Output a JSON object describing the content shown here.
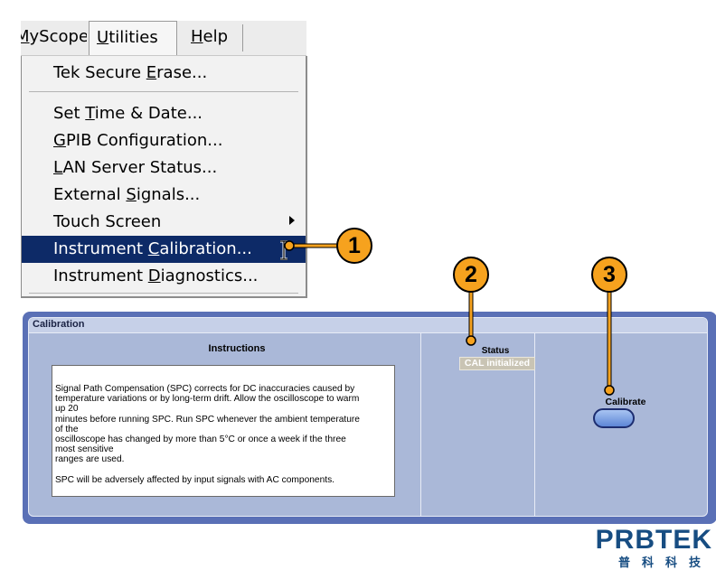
{
  "menubar": {
    "tabs": [
      {
        "pre": "",
        "ul": "M",
        "post": "yScope"
      },
      {
        "pre": "",
        "ul": "U",
        "post": "tilities"
      },
      {
        "pre": "",
        "ul": "H",
        "post": "elp"
      }
    ]
  },
  "menu": {
    "items": [
      {
        "pre": "Tek Secure ",
        "ul": "E",
        "post": "rase..."
      },
      {
        "pre": "Set ",
        "ul": "T",
        "post": "ime & Date..."
      },
      {
        "pre": "",
        "ul": "G",
        "post": "PIB Configuration..."
      },
      {
        "pre": "",
        "ul": "L",
        "post": "AN Server Status..."
      },
      {
        "pre": "External ",
        "ul": "S",
        "post": "ignals..."
      },
      {
        "pre": "Touch Screen",
        "ul": "",
        "post": ""
      },
      {
        "pre": "Instrument ",
        "ul": "C",
        "post": "alibration..."
      },
      {
        "pre": "Instrument ",
        "ul": "D",
        "post": "iagnostics..."
      }
    ]
  },
  "callouts": [
    "1",
    "2",
    "3"
  ],
  "calibration": {
    "title": "Calibration",
    "instructions_heading": "Instructions",
    "instructions_p1": "Signal Path Compensation (SPC) corrects for DC inaccuracies caused by\ntemperature variations or by long-term drift. Allow the oscilloscope to warm\nup 20\n minutes before running SPC. Run SPC whenever the ambient temperature\nof the\n oscilloscope has changed by more than 5°C or once a week if the three\nmost sensitive\n ranges are used.",
    "instructions_p2": "SPC will be adversely affected by input signals with AC components.",
    "status_label": "Status",
    "status_value": "CAL initialized",
    "calibrate_label": "Calibrate"
  },
  "logo": {
    "text": "PRBTEK",
    "subtext": "普科科技"
  },
  "colors": {
    "highlight": "#0d2a67",
    "callout_fill": "#f6a21e",
    "panel_border": "#5a70b6",
    "panel_fill": "#aab8d8",
    "logo": "#174d82"
  }
}
